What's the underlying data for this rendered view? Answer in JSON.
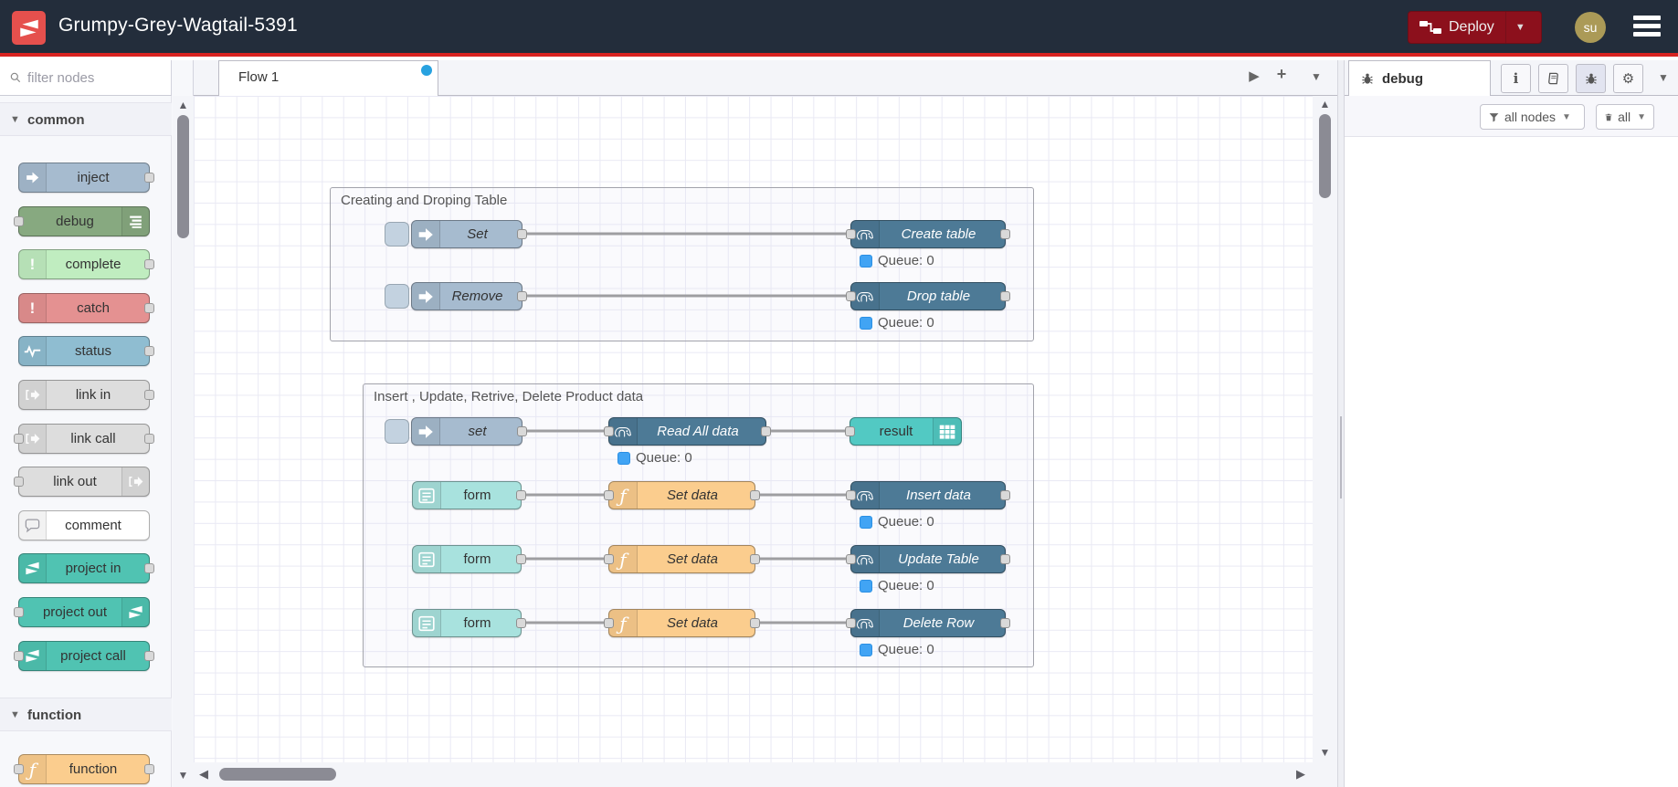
{
  "header": {
    "title": "Grumpy-Grey-Wagtail-5391",
    "deploy_label": "Deploy",
    "user_initials": "su"
  },
  "palette": {
    "filter_placeholder": "filter nodes",
    "categories": [
      {
        "label": "common",
        "items": [
          {
            "label": "inject"
          },
          {
            "label": "debug"
          },
          {
            "label": "complete"
          },
          {
            "label": "catch"
          },
          {
            "label": "status"
          },
          {
            "label": "link in"
          },
          {
            "label": "link call"
          },
          {
            "label": "link out"
          },
          {
            "label": "comment"
          },
          {
            "label": "project in"
          },
          {
            "label": "project out"
          },
          {
            "label": "project call"
          }
        ]
      },
      {
        "label": "function",
        "items": [
          {
            "label": "function"
          }
        ]
      }
    ]
  },
  "workspace": {
    "tab_label": "Flow 1",
    "groups": [
      {
        "title": "Creating and Droping Table",
        "nodes": [
          {
            "label": "Set"
          },
          {
            "label": "Create table",
            "status": "Queue: 0"
          },
          {
            "label": "Remove"
          },
          {
            "label": "Drop table",
            "status": "Queue: 0"
          }
        ]
      },
      {
        "title": "Insert , Update, Retrive, Delete Product data",
        "nodes": [
          {
            "label": "set"
          },
          {
            "label": "Read All data",
            "status": "Queue: 0"
          },
          {
            "label": "result"
          },
          {
            "label": "form"
          },
          {
            "label": "Set data"
          },
          {
            "label": "Insert data",
            "status": "Queue: 0"
          },
          {
            "label": "form"
          },
          {
            "label": "Set data"
          },
          {
            "label": "Update Table",
            "status": "Queue: 0"
          },
          {
            "label": "form"
          },
          {
            "label": "Set data"
          },
          {
            "label": "Delete Row",
            "status": "Queue: 0"
          }
        ]
      }
    ]
  },
  "sidebar": {
    "tab_label": "debug",
    "filter_label": "all nodes",
    "clear_label": "all"
  },
  "colors": {
    "header_bg": "#232d3b",
    "header_accent": "#d92321",
    "deploy_bg": "#8c101c",
    "avatar_bg": "#ab9a57",
    "tab_dot": "#28a2e0",
    "inject": "#a6bbcf",
    "debug": "#87a980",
    "complete": "#c0edc0",
    "catch": "#e49191",
    "status": "#8fbdd1",
    "link": "#dddddd",
    "comment": "#ffffff",
    "project": "#50c3b2",
    "function": "#fbcd8e",
    "postgres": "#4d7a96",
    "form": "#a8e2de",
    "table_result": "#52c9c3",
    "queue_badge": "#41a4f4",
    "wire": "#8f8f8f"
  }
}
